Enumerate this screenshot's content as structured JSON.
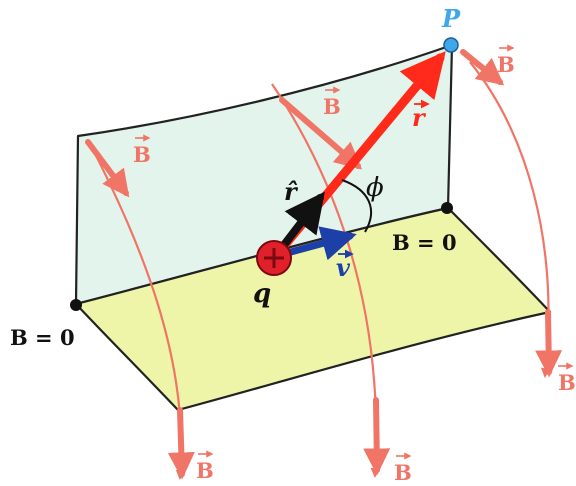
{
  "labels": {
    "point_p": "P",
    "charge_q": "q",
    "r_hat": "r̂",
    "r_vec": "r",
    "v_vec": "v",
    "phi": "ϕ",
    "b_field": "B",
    "b_zero": "B = 0"
  },
  "colors": {
    "field_lines": "#f07566",
    "r_vector": "#ff2a1a",
    "v_vector": "#1c3fa8",
    "r_hat": "#111111",
    "charge": "#e0202a",
    "point_p": "#3fa8ea",
    "floor_plane": "#eef5a8",
    "wall_plane": "#e3f4ec"
  }
}
